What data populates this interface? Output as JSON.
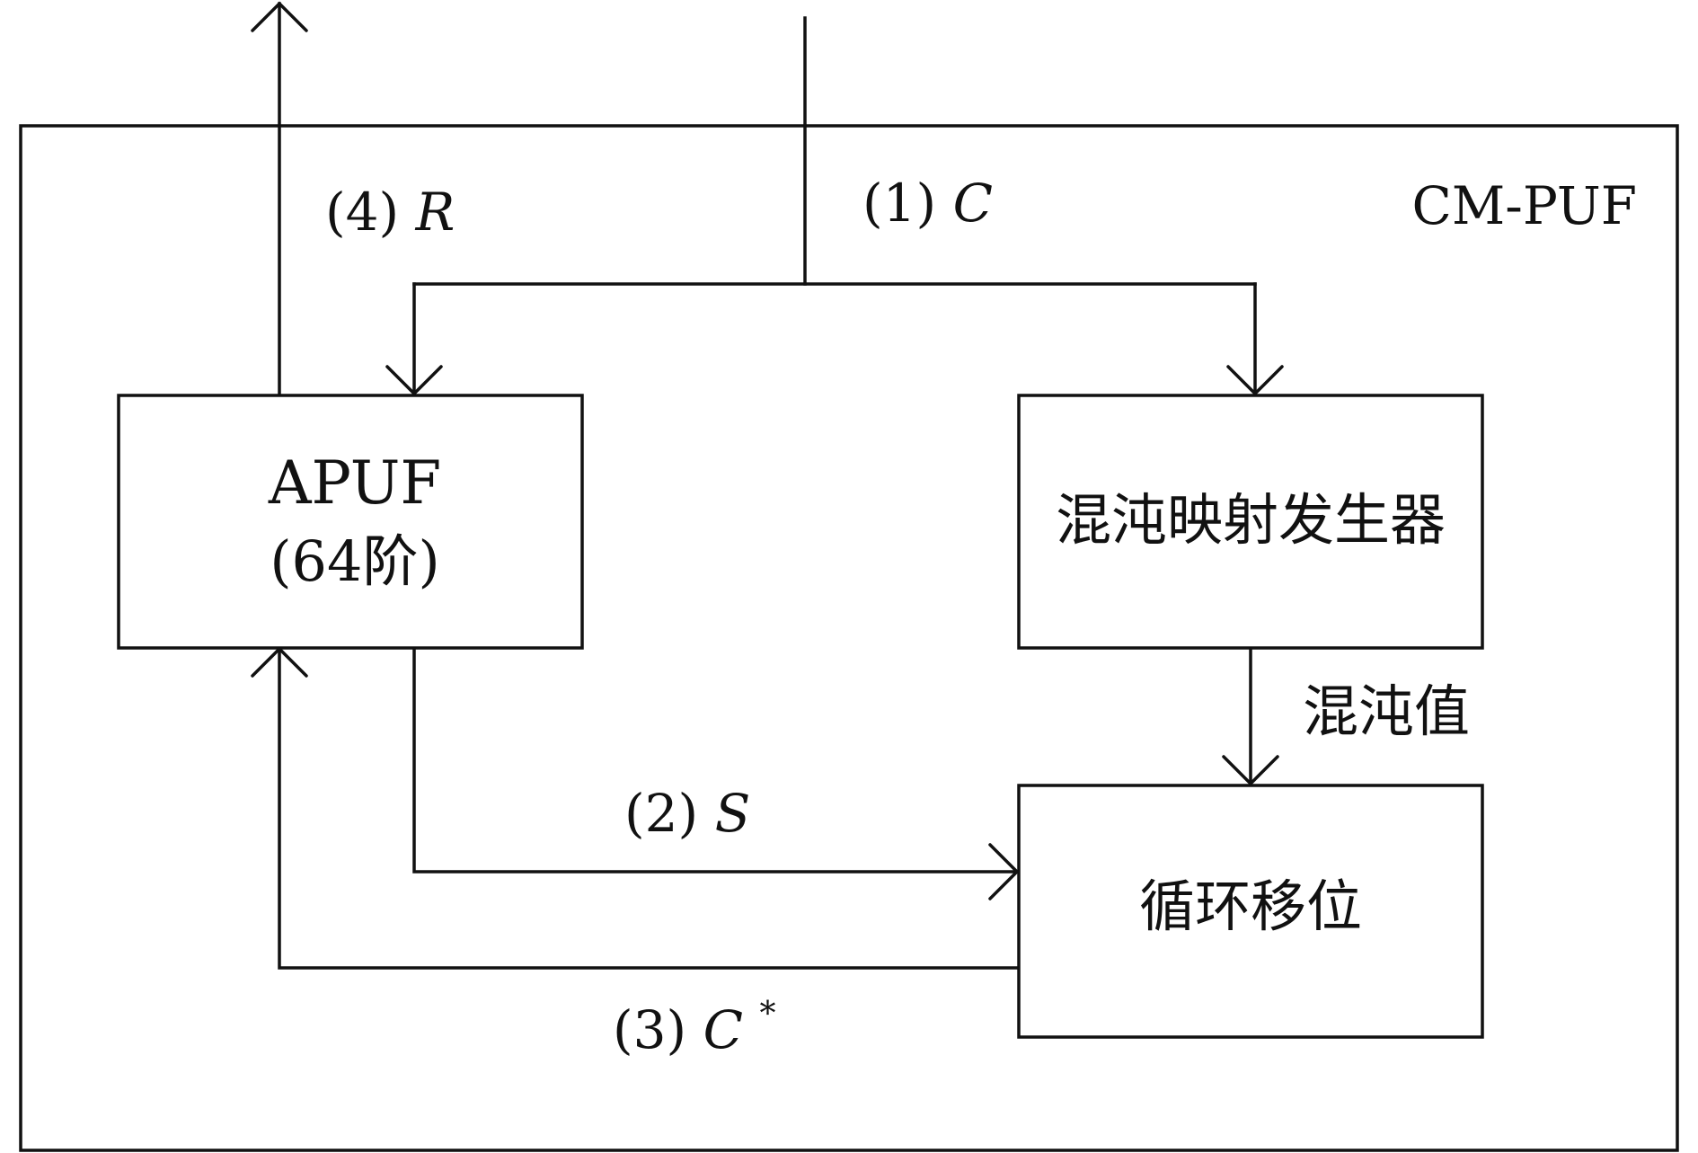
{
  "system": {
    "name": "CM-PUF"
  },
  "blocks": {
    "apuf": {
      "line1": "APUF",
      "line2": "(64阶)"
    },
    "chaos_generator": {
      "label": "混沌映射发生器"
    },
    "cyclic_shift": {
      "label": "循环移位"
    }
  },
  "signals": {
    "challenge": {
      "step": "(1)",
      "symbol": "C"
    },
    "s": {
      "step": "(2)",
      "symbol": "S"
    },
    "c_star": {
      "step": "(3)",
      "symbol": "C",
      "superscript": "*"
    },
    "response": {
      "step": "(4)",
      "symbol": "R"
    },
    "chaos_value": {
      "label": "混沌值"
    }
  },
  "colors": {
    "line": "#111111",
    "background": "#ffffff"
  }
}
